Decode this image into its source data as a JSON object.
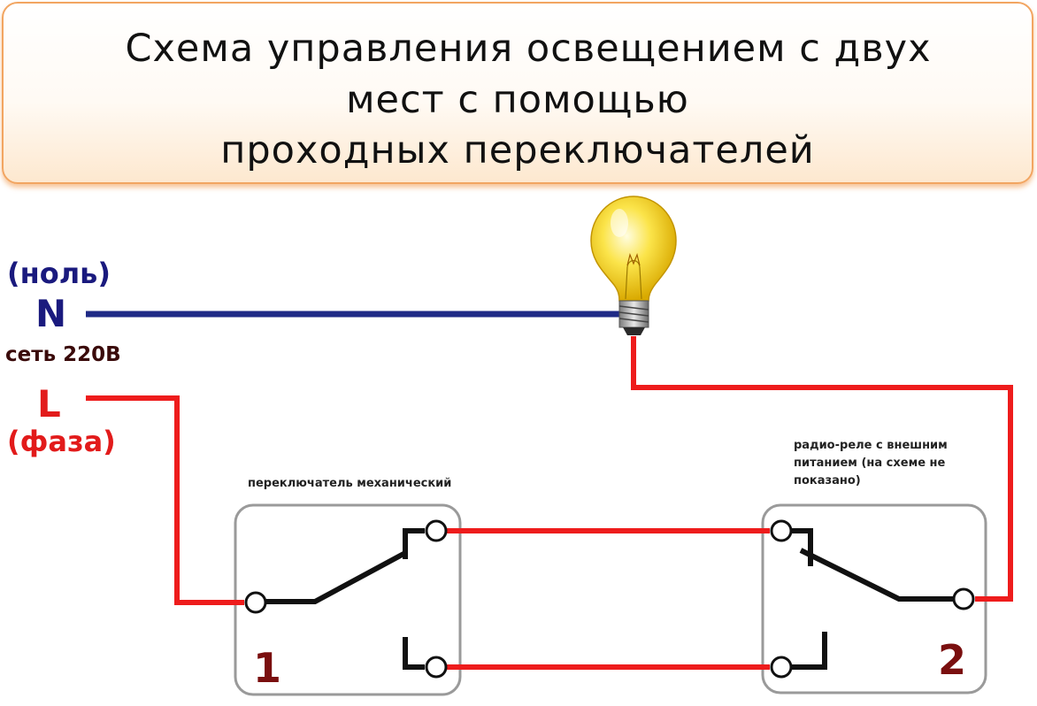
{
  "title": {
    "line1": "Схема управления освещением с двух",
    "line2": "мест с помощью",
    "line3": "проходных переключателей"
  },
  "labels": {
    "neutral_word": "(ноль)",
    "neutral_letter": "N",
    "network": "сеть 220В",
    "phase_letter": "L",
    "phase_word": "(фаза)",
    "switch1_note": "переключатель механический",
    "switch2_note": "радио-реле с внешним питанием (на схеме не показано)",
    "switch1_number": "1",
    "switch2_number": "2"
  },
  "colors": {
    "neutral_wire": "#1f2a86",
    "phase_wire": "#ee1c1c",
    "switch_body": "#9a9a9a",
    "lever": "#111111",
    "title_border": "#f2a561"
  },
  "icons": [
    "light-bulb-icon"
  ]
}
